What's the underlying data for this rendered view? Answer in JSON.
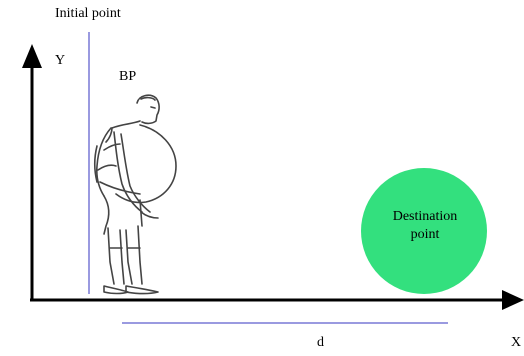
{
  "labels": {
    "initial_point": "Initial point",
    "y_axis": "Y",
    "x_axis": "X",
    "body_part": "BP",
    "distance": "d",
    "destination_line1": "Destination",
    "destination_line2": "point"
  },
  "colors": {
    "axis": "#000000",
    "vertical_line": "#9a9ae0",
    "distance_line": "#9a9ae0",
    "destination_fill": "#33e07e",
    "figure_stroke": "#444444"
  }
}
